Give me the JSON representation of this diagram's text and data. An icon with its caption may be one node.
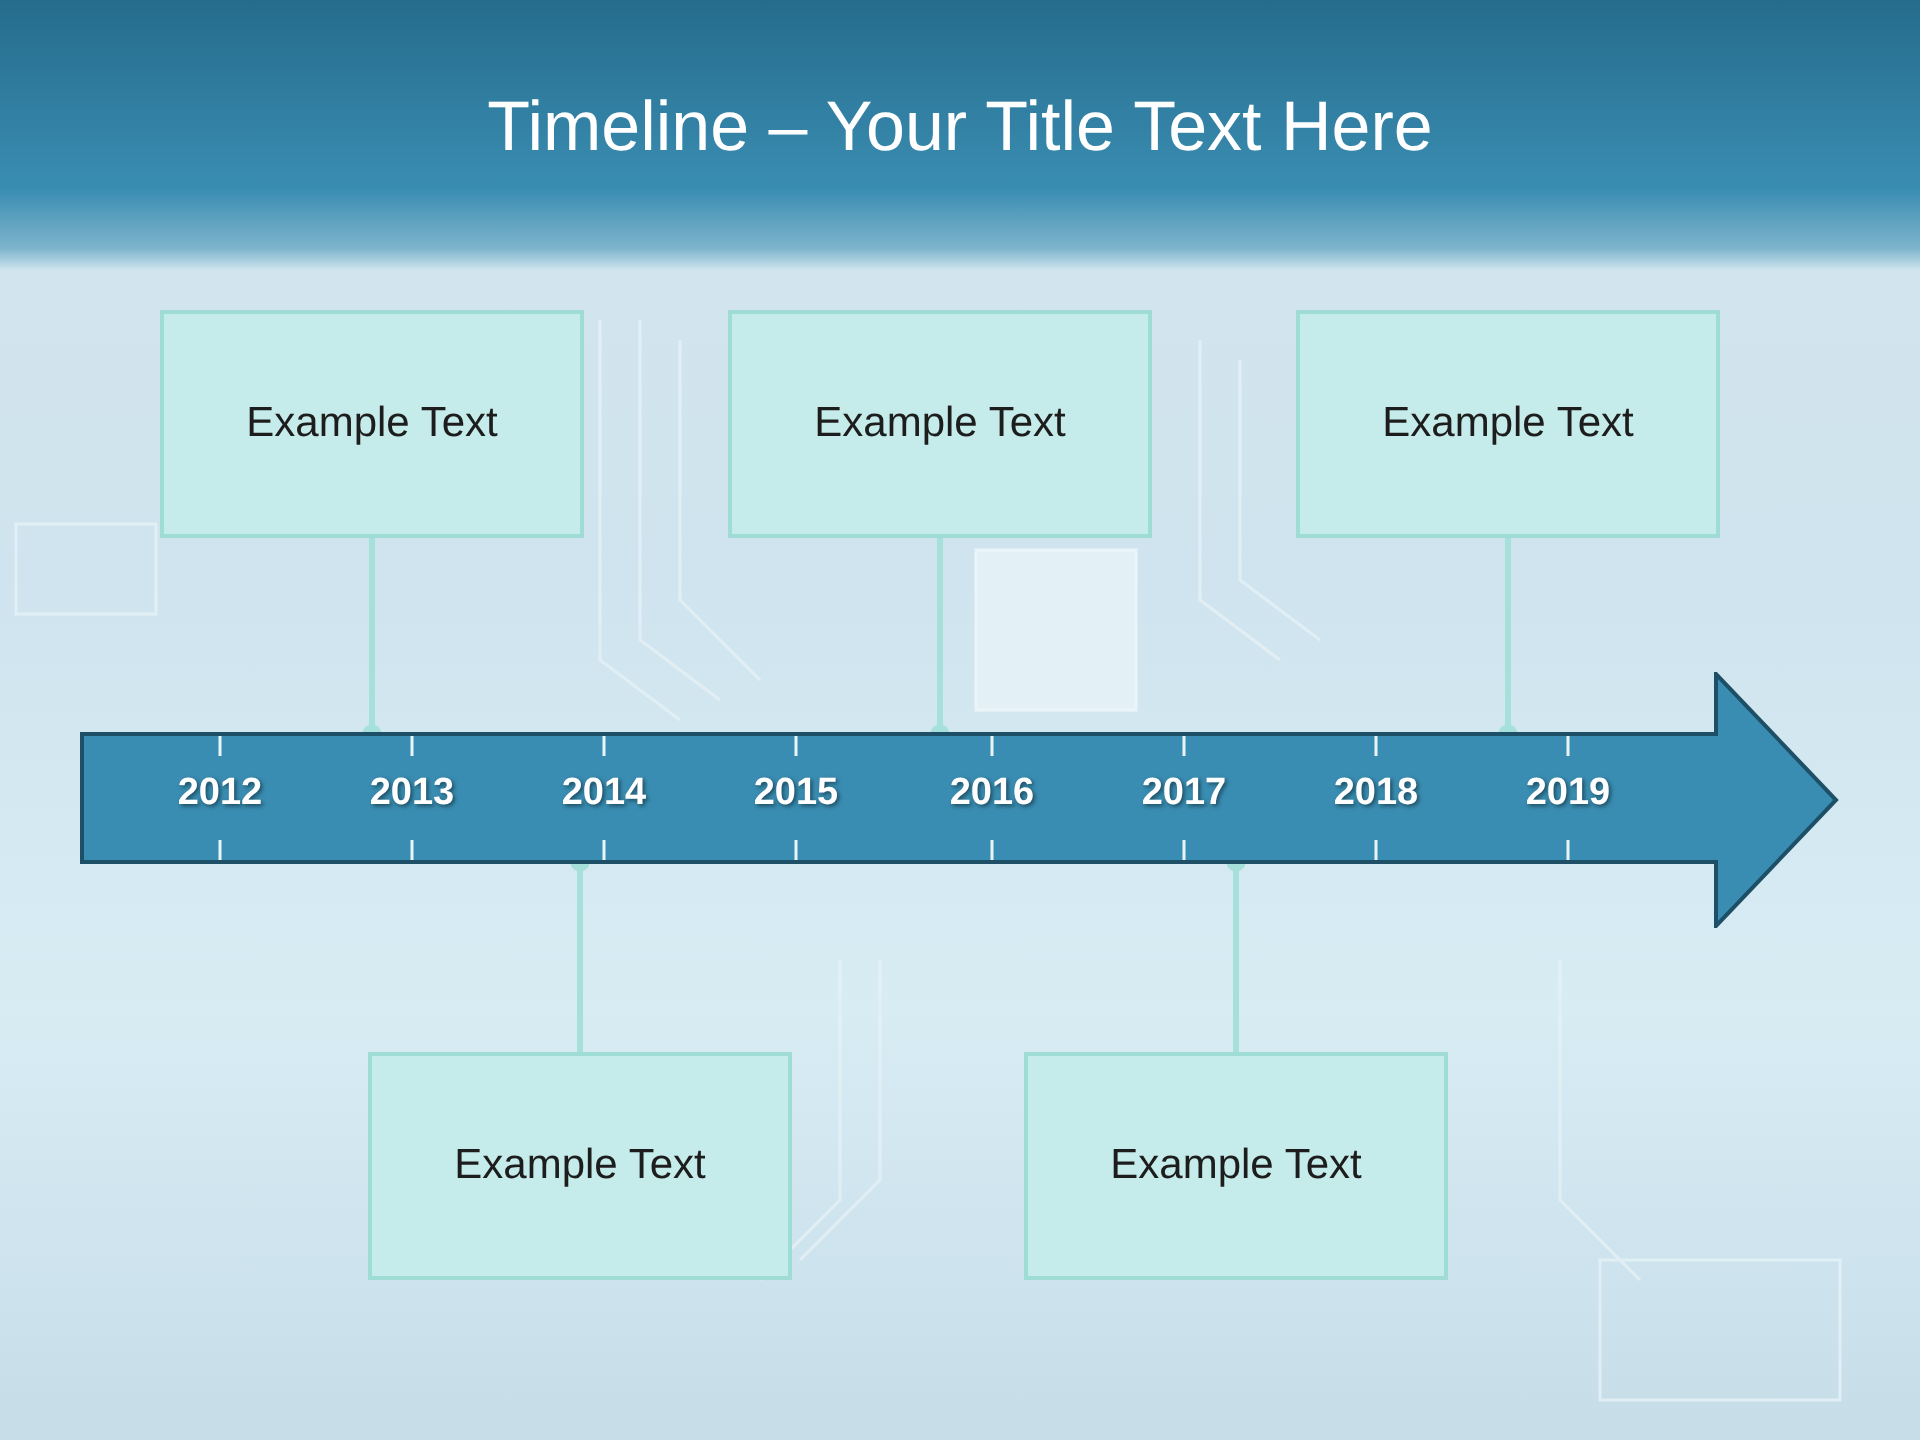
{
  "diagram": {
    "title": "Timeline – Your Title Text Here",
    "nodes": [
      {
        "text": [
          "2012",
          "2013",
          "2014",
          "2015",
          "2016",
          "2017",
          "2018",
          "2019"
        ]
      },
      {
        "text": [
          "Example Text"
        ]
      },
      {
        "text": [
          "Example Text"
        ]
      },
      {
        "text": [
          "Example Text"
        ]
      },
      {
        "text": [
          "Example Text"
        ]
      },
      {
        "text": [
          "Example Text"
        ]
      }
    ],
    "edges": [
      {
        "from": 1,
        "to": 0,
        "arrow": "other"
      },
      {
        "from": 2,
        "to": 0,
        "arrow": "other"
      },
      {
        "from": 3,
        "to": 0,
        "arrow": "other"
      },
      {
        "from": 4,
        "to": 0,
        "arrow": "other"
      },
      {
        "from": 5,
        "to": 0,
        "arrow": "other"
      }
    ]
  }
}
